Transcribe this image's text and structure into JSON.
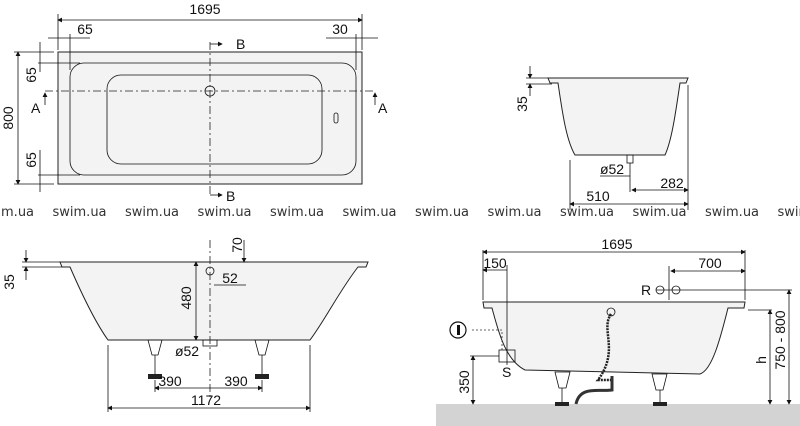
{
  "watermark": "swim.ua",
  "top_view": {
    "length": "1695",
    "width": "800",
    "left_rim": "65",
    "right_rim": "30",
    "rim_top": "65",
    "rim_bottom": "65",
    "section_a": "A",
    "section_b": "B"
  },
  "section_b_view": {
    "rim_height": "35",
    "drain_diameter": "ø52",
    "drain_offset": "282",
    "depth": "510"
  },
  "section_a_view": {
    "rim_height": "35",
    "drain_top": "70",
    "drain_size": "52",
    "height": "480",
    "drain_diameter": "ø52",
    "leg_left": "390",
    "leg_right": "390",
    "bottom_length": "1172"
  },
  "side_view": {
    "length": "1695",
    "offset_left": "150",
    "offset_right": "700",
    "label_r": "R",
    "label_s": "S",
    "label_h": "h",
    "height_range": "750 - 800",
    "floor_height": "350"
  },
  "colors": {
    "floor": "#d3d3d3",
    "tub": "#f3f3f3"
  }
}
